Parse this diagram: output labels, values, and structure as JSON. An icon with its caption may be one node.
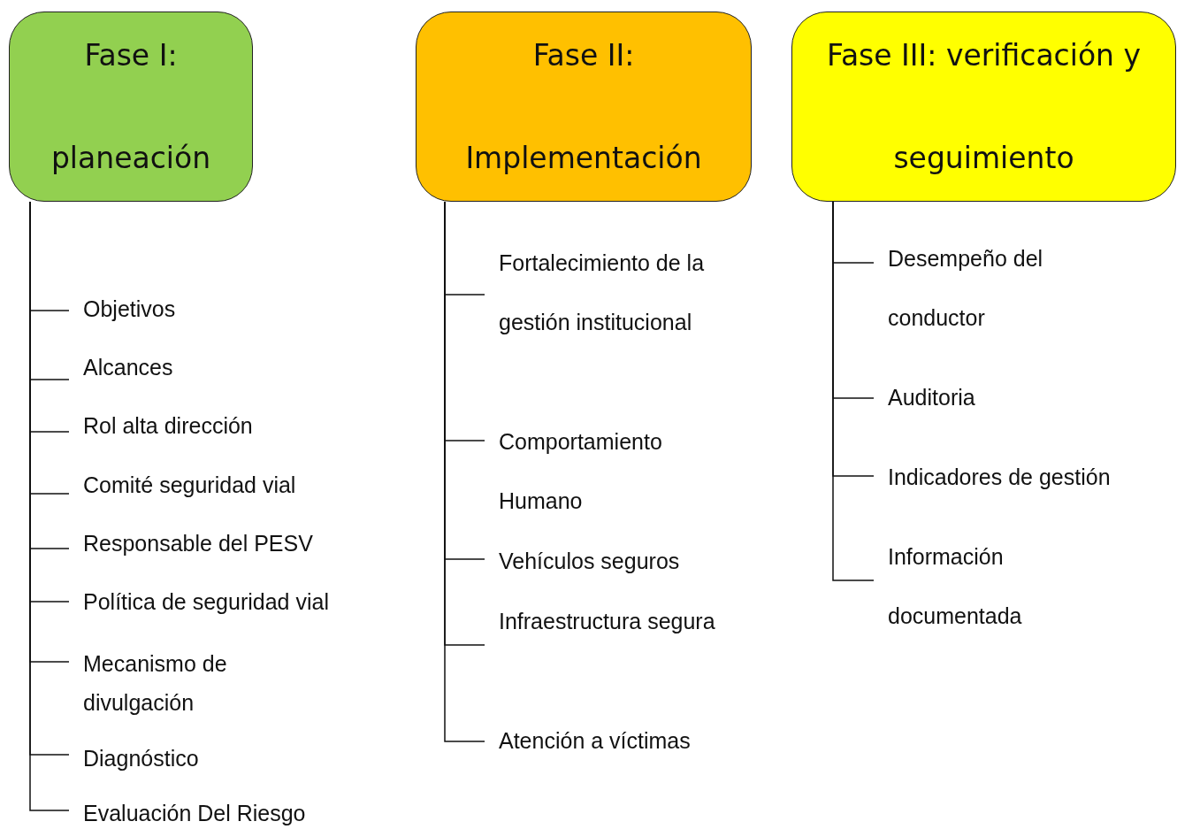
{
  "diagram": {
    "nodes": [
      {
        "text": [
          "Fase I: planeación"
        ]
      },
      {
        "text": [
          "Objetivos"
        ]
      },
      {
        "text": [
          "Alcances"
        ]
      },
      {
        "text": [
          "Rol alta dirección"
        ]
      },
      {
        "text": [
          "Comité seguridad vial"
        ]
      },
      {
        "text": [
          "Responsable del PESV"
        ]
      },
      {
        "text": [
          "Política de seguridad vial"
        ]
      },
      {
        "text": [
          "Mecanismo de divulgación"
        ]
      },
      {
        "text": [
          "Diagnóstico"
        ]
      },
      {
        "text": [
          "Evaluación Del Riesgo"
        ]
      },
      {
        "text": [
          "Fase II: Implementación"
        ]
      },
      {
        "text": [
          "Fortalecimiento de la gestión institucional"
        ]
      },
      {
        "text": [
          "Comportamiento Humano"
        ]
      },
      {
        "text": [
          "Vehículos seguros"
        ]
      },
      {
        "text": [
          "Infraestructura segura"
        ]
      },
      {
        "text": [
          "Atención a víctimas"
        ]
      },
      {
        "text": [
          "Fase III: verificación y seguimiento"
        ]
      },
      {
        "text": [
          "Desempeño del conductor"
        ]
      },
      {
        "text": [
          "Auditoria"
        ]
      },
      {
        "text": [
          "Indicadores de gestión"
        ]
      },
      {
        "text": [
          "Información documentada"
        ]
      }
    ],
    "edges": [
      {
        "from": 0,
        "to": 1,
        "arrow": "none"
      },
      {
        "from": 0,
        "to": 2,
        "arrow": "none"
      },
      {
        "from": 0,
        "to": 3,
        "arrow": "none"
      },
      {
        "from": 0,
        "to": 4,
        "arrow": "none"
      },
      {
        "from": 0,
        "to": 5,
        "arrow": "none"
      },
      {
        "from": 0,
        "to": 6,
        "arrow": "none"
      },
      {
        "from": 0,
        "to": 7,
        "arrow": "none"
      },
      {
        "from": 0,
        "to": 8,
        "arrow": "none"
      },
      {
        "from": 0,
        "to": 9,
        "arrow": "none"
      },
      {
        "from": 10,
        "to": 11,
        "arrow": "none"
      },
      {
        "from": 10,
        "to": 12,
        "arrow": "none"
      },
      {
        "from": 10,
        "to": 13,
        "arrow": "none"
      },
      {
        "from": 10,
        "to": 14,
        "arrow": "none"
      },
      {
        "from": 10,
        "to": 15,
        "arrow": "none"
      },
      {
        "from": 16,
        "to": 17,
        "arrow": "none"
      },
      {
        "from": 16,
        "to": 18,
        "arrow": "none"
      },
      {
        "from": 16,
        "to": 19,
        "arrow": "none"
      },
      {
        "from": 16,
        "to": 20,
        "arrow": "none"
      }
    ]
  }
}
